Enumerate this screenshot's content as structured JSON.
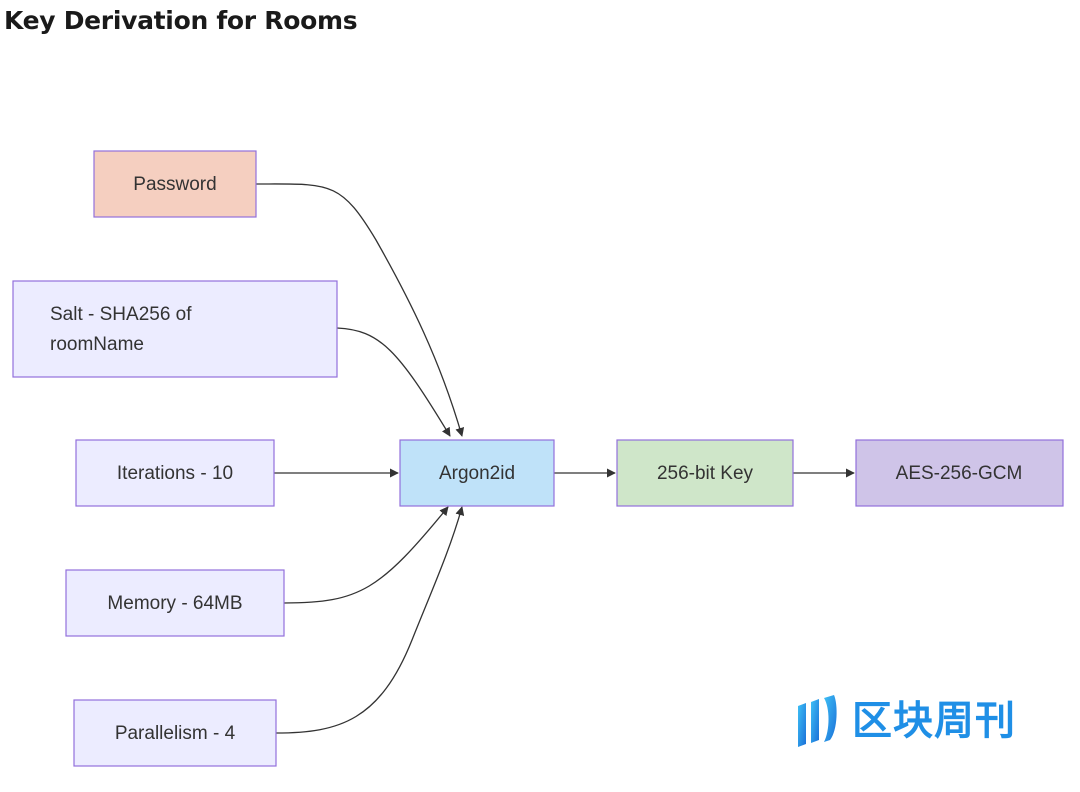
{
  "title": "Key Derivation for Rooms",
  "nodes": {
    "password": {
      "lines": [
        "Password"
      ],
      "fill": "#f5cfc0"
    },
    "salt": {
      "lines": [
        "Salt - SHA256 of",
        "roomName"
      ],
      "fill": "#ececff"
    },
    "iterations": {
      "lines": [
        "Iterations - 10"
      ],
      "fill": "#ececff"
    },
    "memory": {
      "lines": [
        "Memory - 64MB"
      ],
      "fill": "#ececff"
    },
    "parallelism": {
      "lines": [
        "Parallelism - 4"
      ],
      "fill": "#ececff"
    },
    "argon": {
      "lines": [
        "Argon2id"
      ],
      "fill": "#bfe2f9"
    },
    "key": {
      "lines": [
        "256-bit Key"
      ],
      "fill": "#cfe6c9"
    },
    "aes": {
      "lines": [
        "AES-256-GCM"
      ],
      "fill": "#cfc4e8"
    }
  },
  "edges": [
    {
      "from": "password",
      "to": "argon"
    },
    {
      "from": "salt",
      "to": "argon"
    },
    {
      "from": "iterations",
      "to": "argon"
    },
    {
      "from": "memory",
      "to": "argon"
    },
    {
      "from": "parallelism",
      "to": "argon"
    },
    {
      "from": "argon",
      "to": "key"
    },
    {
      "from": "key",
      "to": "aes"
    }
  ],
  "colors": {
    "node_border": "#9370db",
    "edge": "#333333",
    "watermark": "#1f8fe6"
  },
  "watermark": {
    "text": "区块周刊",
    "icon": "block-weekly-logo-icon"
  }
}
